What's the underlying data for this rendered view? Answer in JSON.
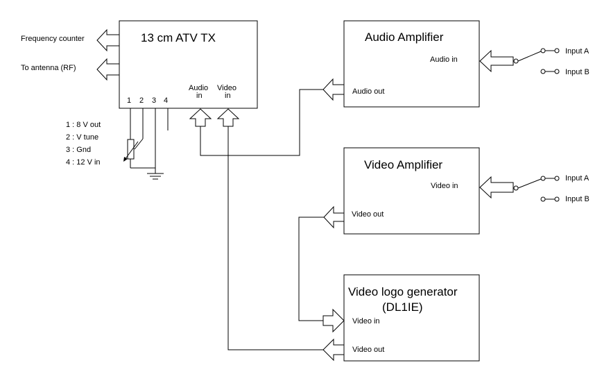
{
  "diagram": {
    "tx": {
      "title": "13 cm ATV TX",
      "audio_in": [
        "Audio",
        "in"
      ],
      "video_in": [
        "Video",
        "in"
      ],
      "pins": [
        "1",
        "2",
        "3",
        "4"
      ]
    },
    "outputs": {
      "frequency_counter": "Frequency counter",
      "antenna": "To antenna (RF)"
    },
    "pin_legend": [
      "1 : 8 V out",
      "2 : V tune",
      "3 : Gnd",
      "4 : 12 V in"
    ],
    "audio_amp": {
      "title": "Audio Amplifier",
      "input": "Audio in",
      "output": "Audio out",
      "switch": [
        "Input A",
        "Input B"
      ]
    },
    "video_amp": {
      "title": "Video Amplifier",
      "input": "Video in",
      "output": "Video out",
      "switch": [
        "Input A",
        "Input B"
      ]
    },
    "logo_gen": {
      "title": [
        "Video logo generator",
        "(DL1IE)"
      ],
      "input": "Video in",
      "output": "Video out"
    }
  }
}
